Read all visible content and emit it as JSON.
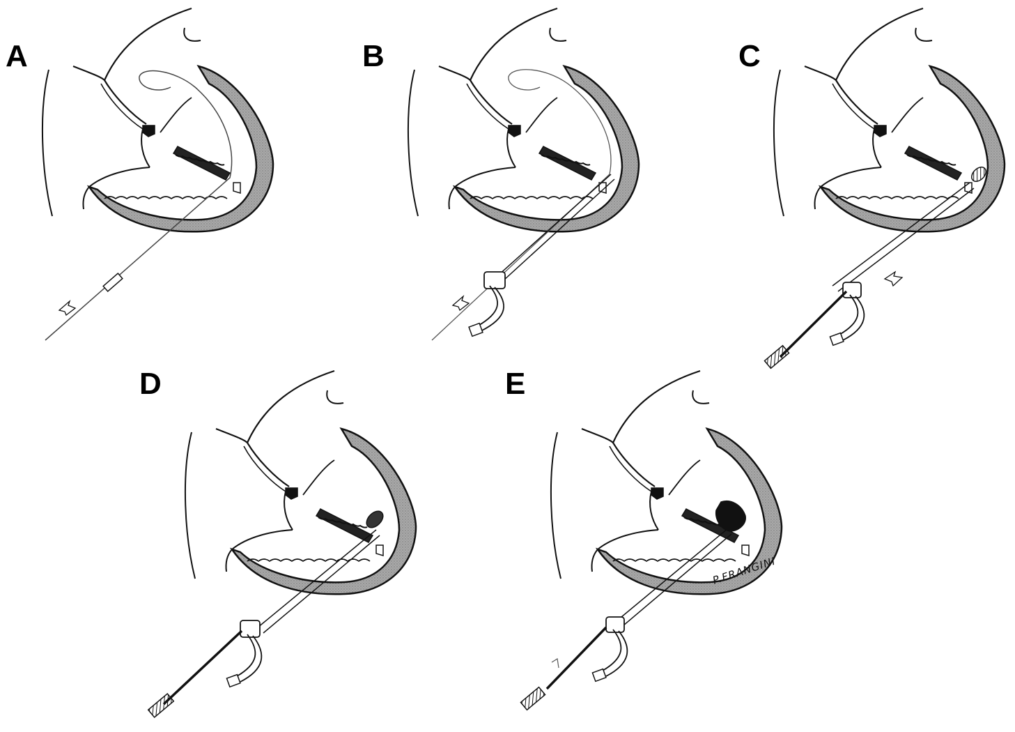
{
  "figure": {
    "panels": [
      {
        "id": "A",
        "label": "A"
      },
      {
        "id": "B",
        "label": "B"
      },
      {
        "id": "C",
        "label": "C"
      },
      {
        "id": "D",
        "label": "D"
      },
      {
        "id": "E",
        "label": "E"
      }
    ],
    "signature": "P.FRANGINI"
  },
  "colors": {
    "ink": "#111111",
    "myocardium_fill": "#9a9a9a",
    "background": "#ffffff",
    "device_fill": "#1a1a1a"
  }
}
